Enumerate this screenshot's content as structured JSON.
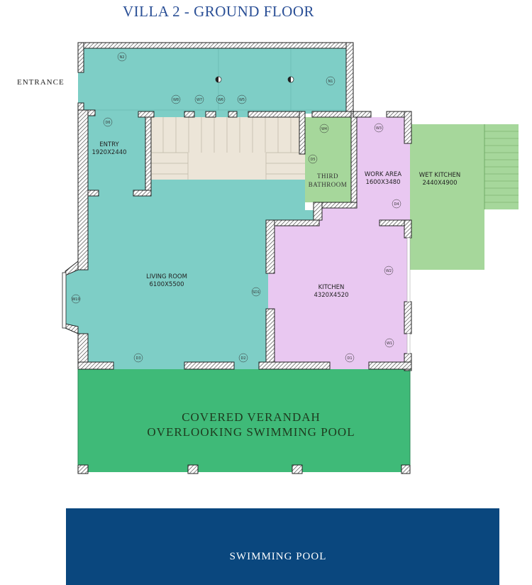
{
  "title": "VILLA 2 - GROUND FLOOR",
  "entrance_label": "ENTRANCE",
  "rooms": {
    "entry": {
      "name": "ENTRY",
      "size": "1920X2440"
    },
    "living": {
      "name": "LIVING ROOM",
      "size": "6100X5500"
    },
    "kitchen": {
      "name": "KITCHEN",
      "size": "4320X4520"
    },
    "work_area": {
      "name": "WORK AREA",
      "size": "1600X3480"
    },
    "wet_kitchen": {
      "name": "WET KITCHEN",
      "size": "2440X4900"
    },
    "third_bathroom": {
      "line1": "THIRD",
      "line2": "BATHROOM"
    },
    "verandah": {
      "line1": "COVERED VERANDAH",
      "line2": "OVERLOOKING SWIMMING POOL"
    },
    "pool": {
      "name": "SWIMMING POOL"
    }
  },
  "tags": {
    "n1": "N1",
    "n2": "N2",
    "d6": "D6",
    "w8": "W8",
    "w7": "W7",
    "w6": "W6",
    "w5": "W5",
    "w4": "W4",
    "d5": "D5",
    "w3": "W3",
    "d4": "D4",
    "w2": "W2",
    "w1": "W1",
    "d1": "D1",
    "sd1": "SD1",
    "w10": "W10",
    "d3": "D3",
    "d2": "D2"
  },
  "colors": {
    "title": "#2a4f96",
    "teal": "#7ecec6",
    "lavender": "#e9c8f1",
    "light_green": "#a6d79b",
    "verandah_green": "#3fba78",
    "pool_blue": "#0a477e",
    "stairs": "#ece5d8"
  }
}
